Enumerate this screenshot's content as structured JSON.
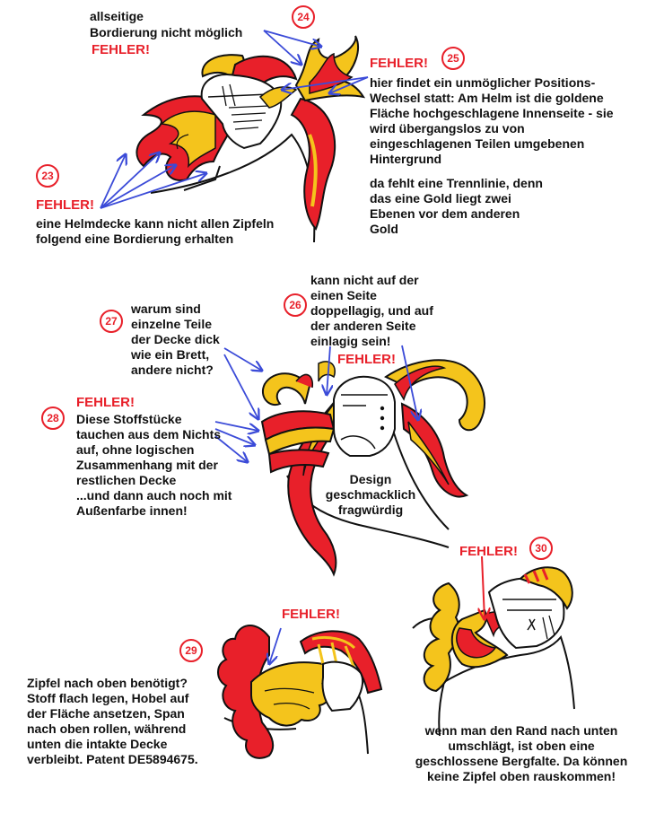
{
  "colors": {
    "red": "#e8202a",
    "gold": "#f4c41c",
    "outline": "#111111",
    "arrow": "#3b4bd8",
    "helmet": "#ffffff"
  },
  "panel_23_24_25": {
    "num_24": "24",
    "num_25": "25",
    "num_23": "23",
    "bordierung_line1": "allseitige",
    "bordierung_line2": "Bordierung nicht möglich",
    "fehler_24": "FEHLER!",
    "fehler_25": "FEHLER!",
    "position_text": [
      "hier findet ein unmöglicher Positions-",
      "Wechsel statt: Am Helm ist die goldene",
      "Fläche hochgeschlagene Innenseite - sie",
      "wird übergangslos zu von",
      "eingeschlagenen Teilen umgebenen",
      "Hintergrund"
    ],
    "trennlinie_text": [
      "da fehlt eine Trennlinie, denn",
      "das eine Gold liegt zwei",
      "Ebenen vor dem anderen",
      "Gold"
    ],
    "fehler_23": "FEHLER!",
    "helmdecke_text": [
      "eine Helmdecke kann nicht allen Zipfeln",
      "folgend eine Bordierung erhalten"
    ]
  },
  "panel_26_27_28": {
    "num_26": "26",
    "num_27": "27",
    "num_28": "28",
    "doppellagig_text": [
      "kann nicht auf der",
      "einen Seite",
      "doppellagig, und auf",
      "der anderen Seite",
      "einlagig sein!"
    ],
    "fehler_26": "FEHLER!",
    "brett_text": [
      "warum sind",
      "einzelne Teile",
      "der Decke dick",
      "wie ein Brett,",
      "andere nicht?"
    ],
    "fehler_28": "FEHLER!",
    "stoff_text": [
      "Diese Stoffstücke",
      "tauchen aus dem Nichts",
      "auf, ohne logischen",
      "Zusammenhang mit der",
      "restlichen Decke",
      "...und dann auch noch mit",
      "Außenfarbe innen!"
    ],
    "design_text": [
      "Design",
      "geschmacklich",
      "fragwürdig"
    ]
  },
  "panel_29": {
    "num_29": "29",
    "fehler_29": "FEHLER!",
    "zipfel_text": [
      "Zipfel nach oben benötigt?",
      "Stoff flach legen, Hobel auf",
      "der Fläche ansetzen, Span",
      "nach oben rollen, während",
      "unten die intakte Decke",
      "verbleibt. Patent DE5894675."
    ]
  },
  "panel_30": {
    "num_30": "30",
    "fehler_30": "FEHLER!",
    "rand_text": [
      "wenn man den Rand nach unten",
      "umschlägt, ist oben eine",
      "geschlossene Bergfalte. Da können",
      "keine Zipfel oben rauskommen!"
    ]
  }
}
